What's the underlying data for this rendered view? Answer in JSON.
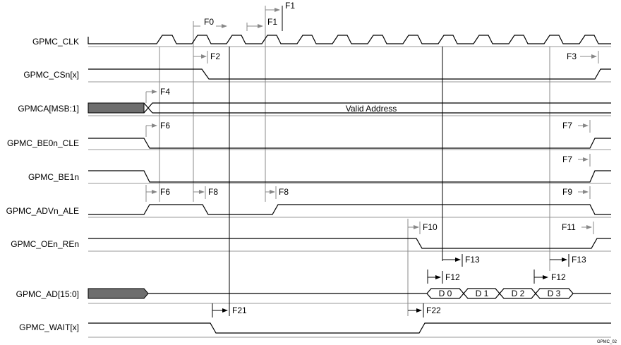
{
  "signals": [
    {
      "key": "clk",
      "label": "GPMC_CLK"
    },
    {
      "key": "csn",
      "label": "GPMC_CSn[x]"
    },
    {
      "key": "addr",
      "label": "GPMCA[MSB:1]"
    },
    {
      "key": "be0",
      "label": "GPMC_BE0n_CLE"
    },
    {
      "key": "be1",
      "label": "GPMC_BE1n"
    },
    {
      "key": "adv",
      "label": "GPMC_ADVn_ALE"
    },
    {
      "key": "oen",
      "label": "GPMC_OEn_REn"
    },
    {
      "key": "ad",
      "label": "GPMC_AD[15:0]"
    },
    {
      "key": "wait",
      "label": "GPMC_WAIT[x]"
    }
  ],
  "address_bus_text": "Valid Address",
  "data_words": [
    "D 0",
    "D 1",
    "D 2",
    "D 3"
  ],
  "timing_params": {
    "F0": "F0",
    "F1": "F1",
    "F2": "F2",
    "F3": "F3",
    "F4": "F4",
    "F6": "F6",
    "F7": "F7",
    "F8": "F8",
    "F9": "F9",
    "F10": "F10",
    "F11": "F11",
    "F12": "F12",
    "F13": "F13",
    "F21": "F21",
    "F22": "F22"
  },
  "figure_id": "GPMC_02"
}
